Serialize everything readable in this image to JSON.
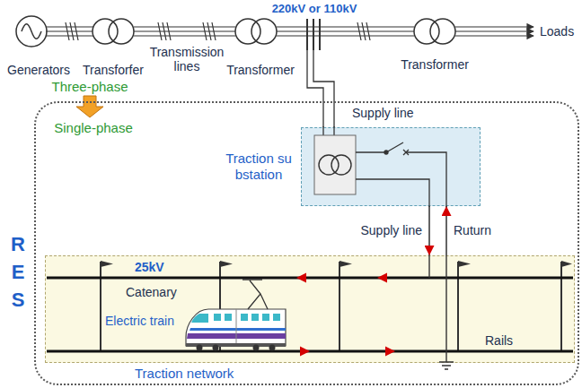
{
  "diagram": {
    "nodes": [
      {
        "text": [
          "R E S"
        ]
      },
      {
        "text": [
          "Traction substation"
        ],
        "in": 0
      },
      {
        "text": [
          "Traction network"
        ],
        "in": 0
      }
    ],
    "edges": [
      {
        "from": 1,
        "to": 2,
        "arrow": "to",
        "label": "Supply line"
      },
      {
        "from": 2,
        "to": 1,
        "arrow": "to",
        "label": "Ruturn"
      }
    ],
    "labels": [
      "220kV or 110kV",
      "Generators",
      "Transforfer",
      "Transmission lines",
      "Transformer",
      "Transformer",
      "Loads",
      "Three-phase",
      "Single-phase",
      "Supply line",
      "25kV",
      "Catenary",
      "Electric train",
      "Rails"
    ]
  }
}
